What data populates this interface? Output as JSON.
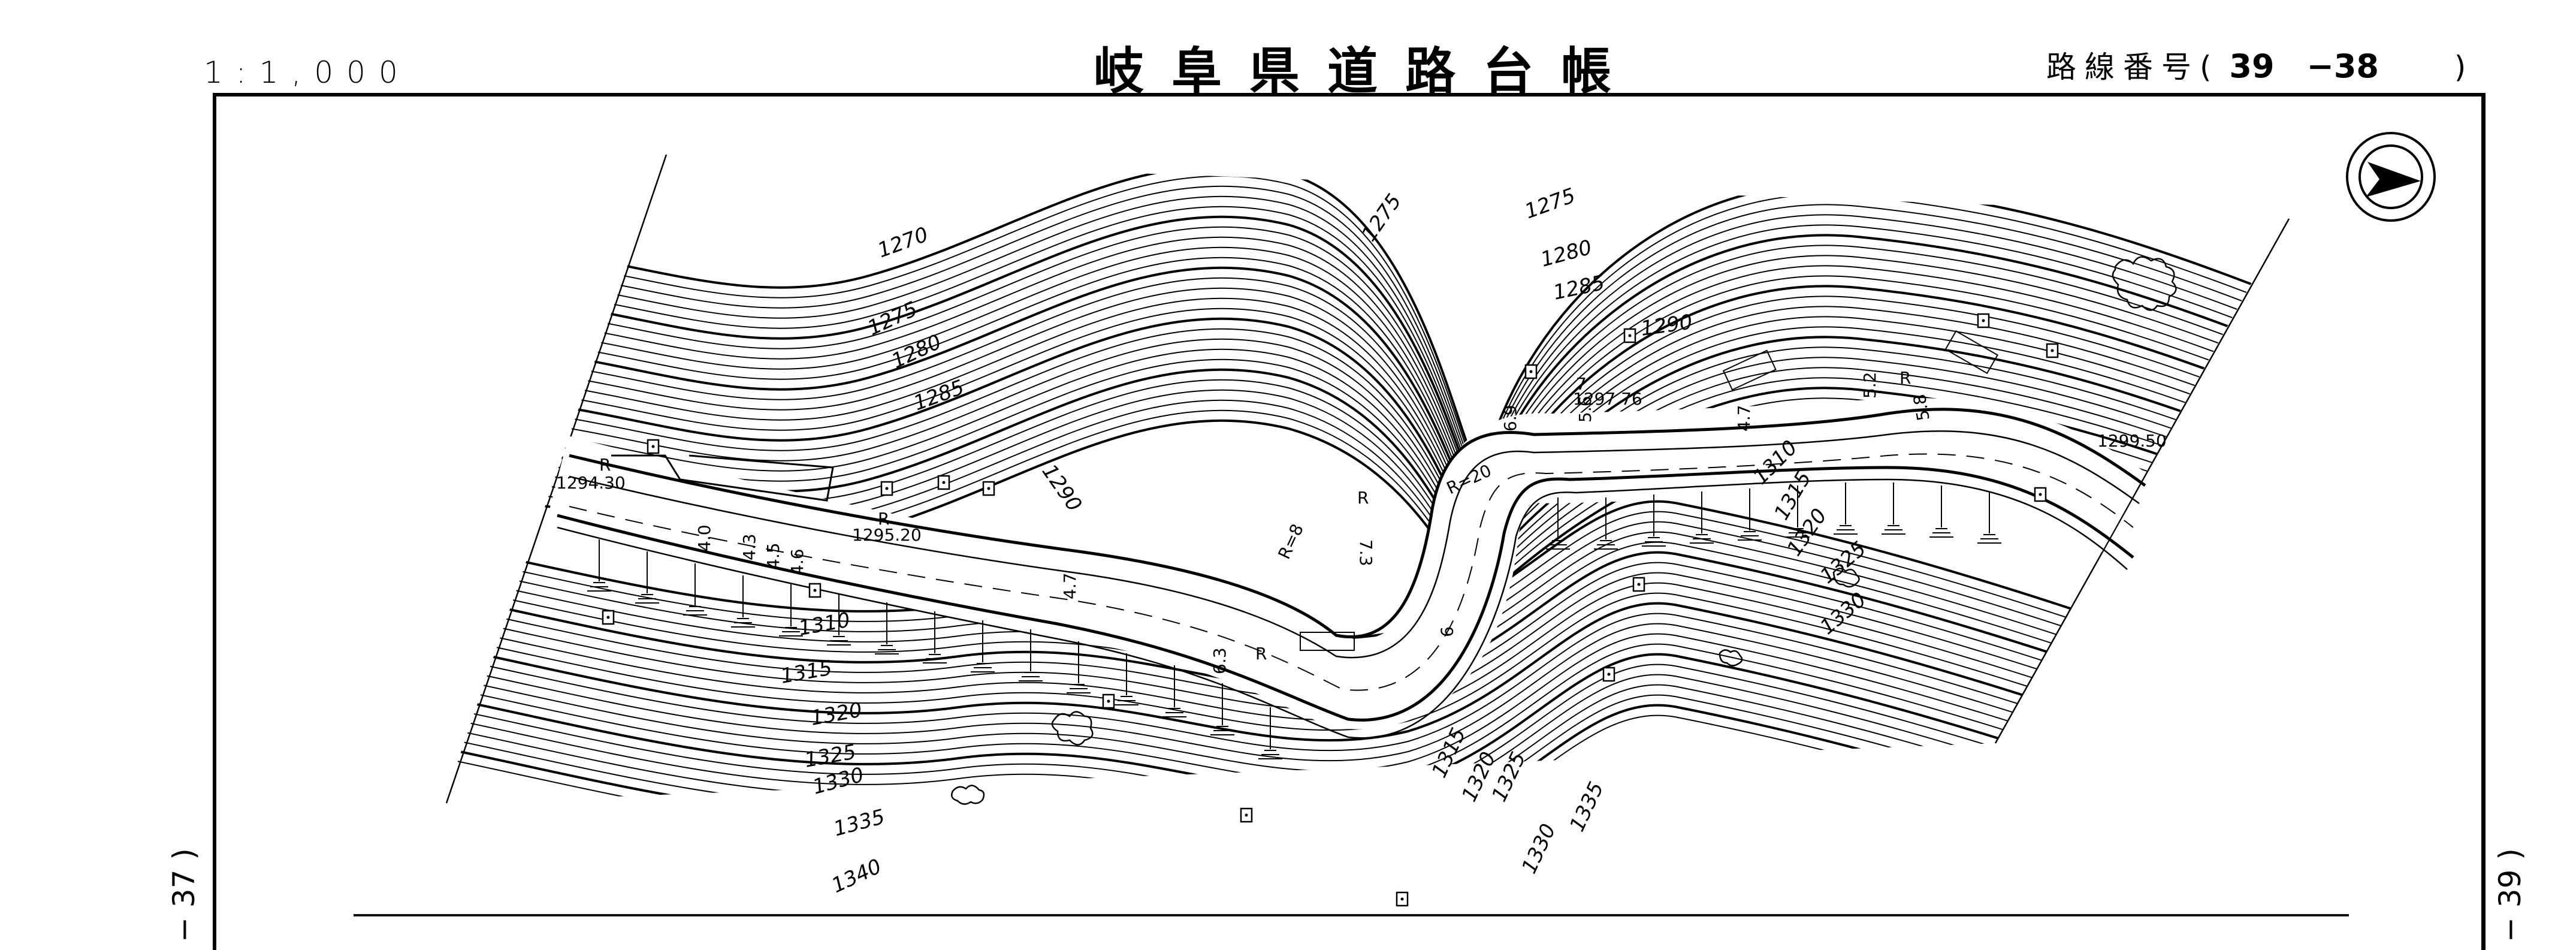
{
  "header": {
    "scale": "1:1,000",
    "title": "岐阜県道路台帳",
    "route_label": "路線番号(",
    "route_number": "39　−38",
    "route_close": ")"
  },
  "margins": {
    "left_sheet_ref": "− 37 )",
    "right_sheet_ref": "− 39 )"
  },
  "map": {
    "north_arrow": "north-arrow-icon",
    "contour_labels": [
      {
        "text": "1270"
      },
      {
        "text": "1275"
      },
      {
        "text": "1280"
      },
      {
        "text": "1285"
      },
      {
        "text": "1290"
      },
      {
        "text": "1275"
      },
      {
        "text": "1275"
      },
      {
        "text": "1280"
      },
      {
        "text": "1285"
      },
      {
        "text": "1290"
      },
      {
        "text": "1310"
      },
      {
        "text": "1315"
      },
      {
        "text": "1320"
      },
      {
        "text": "1325"
      },
      {
        "text": "1330"
      },
      {
        "text": "1335"
      },
      {
        "text": "1340"
      },
      {
        "text": "1315"
      },
      {
        "text": "1320"
      },
      {
        "text": "1325"
      },
      {
        "text": "1330"
      },
      {
        "text": "1335"
      },
      {
        "text": "1310"
      },
      {
        "text": "1315"
      },
      {
        "text": "1320"
      },
      {
        "text": "1325"
      },
      {
        "text": "1330"
      }
    ],
    "elevation_points": [
      {
        "text": "1294.30"
      },
      {
        "text": "1295.20"
      },
      {
        "text": "1297.76"
      },
      {
        "text": "1299.50"
      }
    ],
    "road_widths": [
      {
        "text": "4.0"
      },
      {
        "text": "4.3"
      },
      {
        "text": "4.5"
      },
      {
        "text": "4.6"
      },
      {
        "text": "4.7"
      },
      {
        "text": "6.3"
      },
      {
        "text": "7.3"
      },
      {
        "text": "6.9"
      },
      {
        "text": "9"
      },
      {
        "text": "5.6"
      },
      {
        "text": "7"
      },
      {
        "text": "4.7"
      },
      {
        "text": "5.2"
      },
      {
        "text": "5.8"
      }
    ],
    "curve_labels": [
      {
        "text": "R"
      },
      {
        "text": "R"
      },
      {
        "text": "R=8"
      },
      {
        "text": "R"
      },
      {
        "text": "R"
      },
      {
        "text": "R=20"
      },
      {
        "text": "R"
      }
    ]
  }
}
